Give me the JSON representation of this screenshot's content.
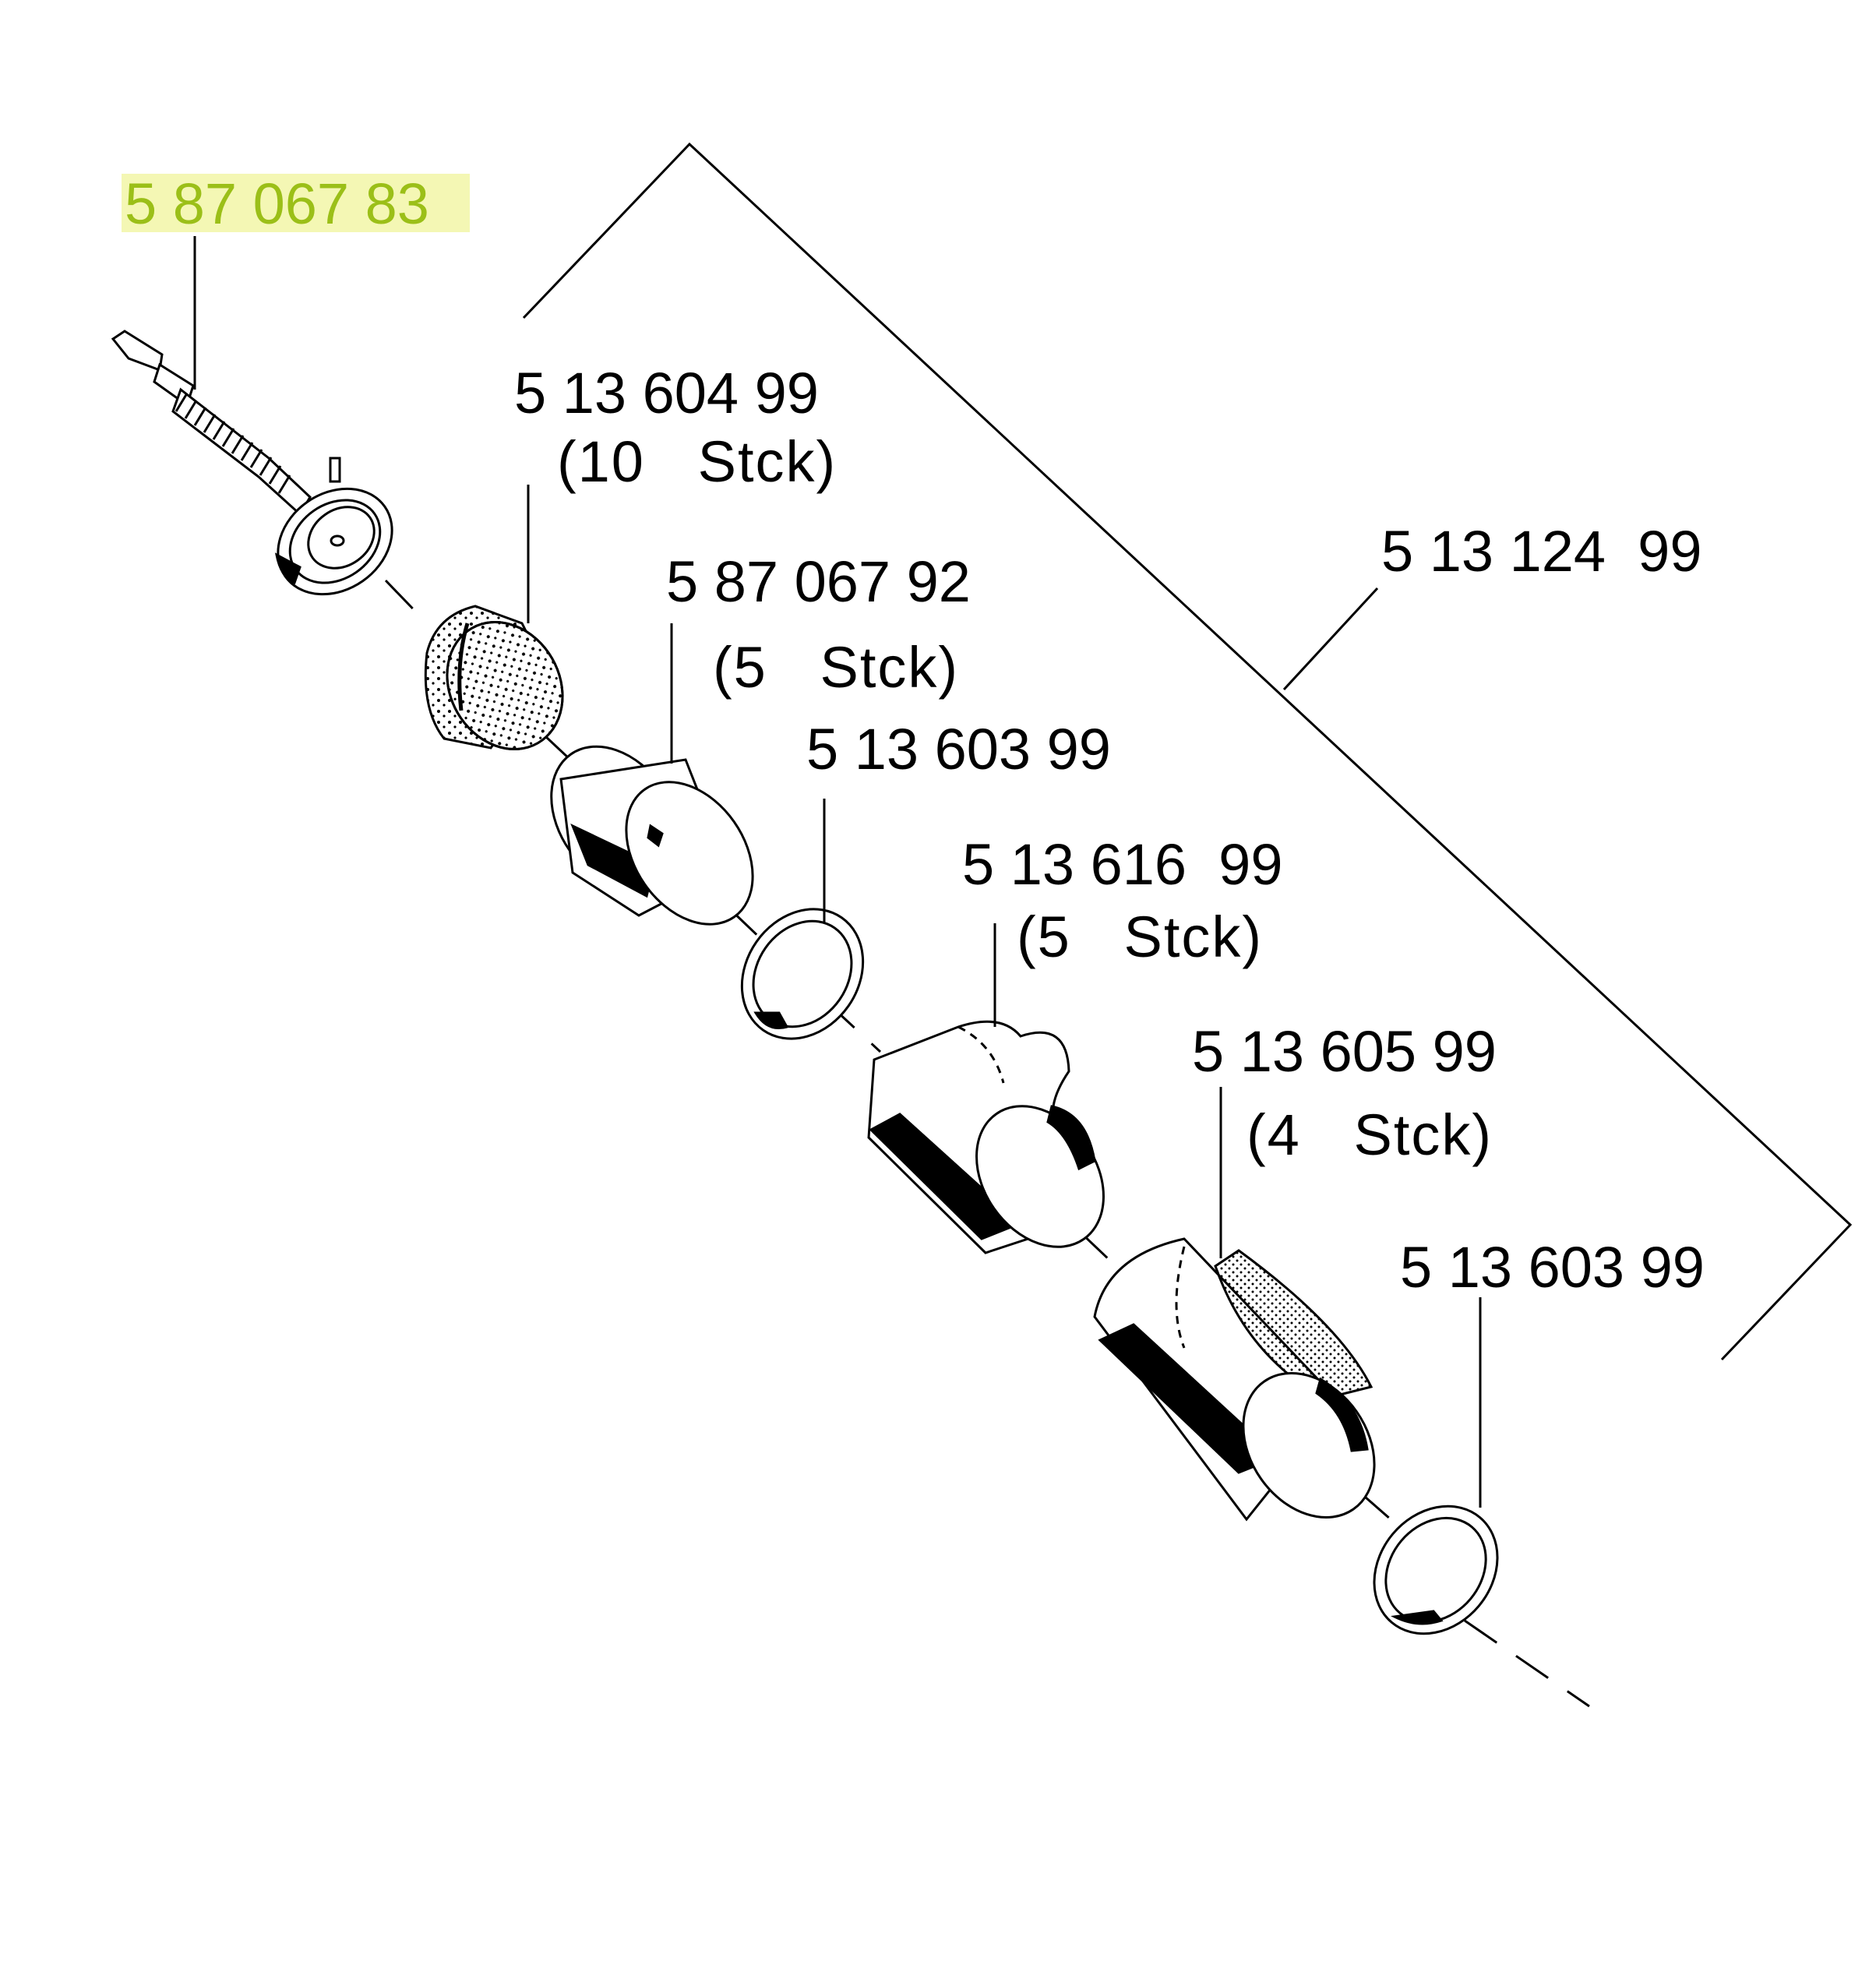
{
  "colors": {
    "highlight_bg": "#f4f7b4",
    "highlight_text": "#9bbf18",
    "line": "#000000",
    "background": "#ffffff"
  },
  "labels": {
    "main_part": "5 87 067 83",
    "filter_part": "5 13 604 99",
    "filter_qty": "(10   Stck)",
    "bushing_part": "5 87 067 92",
    "bushing_qty": "(5   Stck)",
    "washer_part_1": "5 13 603 99",
    "sleeve_part": "5 13 616  99",
    "sleeve_qty": "(5   Stck)",
    "tube_part": "5 13 605 99",
    "tube_qty": "(4   Stck)",
    "washer_part_2": "5 13 603 99",
    "kit_part": "5 13 124  99"
  }
}
